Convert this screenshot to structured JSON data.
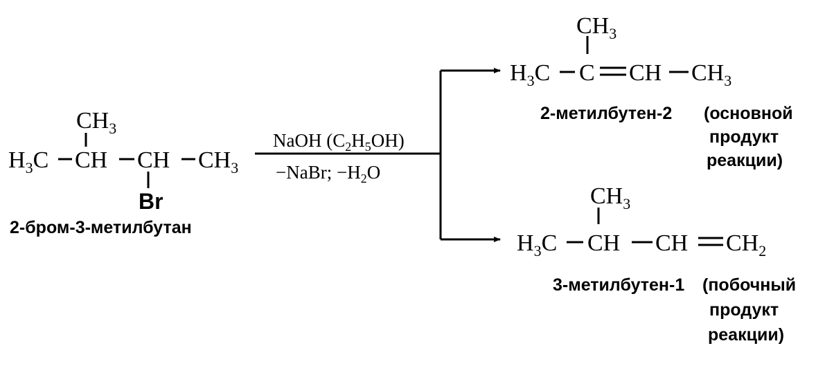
{
  "reactant": {
    "h3c": "H",
    "h3c_sub": "3",
    "h3c_c": "C",
    "ch1": "CH",
    "ch2": "CH",
    "ch3": "CH",
    "ch3_sub": "3",
    "methyl": "CH",
    "methyl_sub": "3",
    "br": "Br",
    "name": "2-бром-3-метилбутан"
  },
  "conditions": {
    "above_a": "NaOH (C",
    "above_sub1": "2",
    "above_b": "H",
    "above_sub2": "5",
    "above_c": "OH)",
    "below_a": "−NaBr; −H",
    "below_sub": "2",
    "below_b": "O"
  },
  "product_main": {
    "h3c": "H",
    "h3c_sub": "3",
    "h3c_c": "C",
    "c": "C",
    "ch": "CH",
    "ch3": "CH",
    "ch3_sub": "3",
    "methyl": "CH",
    "methyl_sub": "3",
    "name": "2-метилбутен-2",
    "note_line1": "(основной",
    "note_line2": "продукт",
    "note_line3": "реакции)"
  },
  "product_side": {
    "h3c": "H",
    "h3c_sub": "3",
    "h3c_c": "C",
    "ch1": "CH",
    "ch2": "CH",
    "ch2end": "CH",
    "ch2end_sub": "2",
    "methyl": "CH",
    "methyl_sub": "3",
    "name": "3-метилбутен-1",
    "note_line1": "(побочный",
    "note_line2": "продукт",
    "note_line3": "реакции)"
  }
}
